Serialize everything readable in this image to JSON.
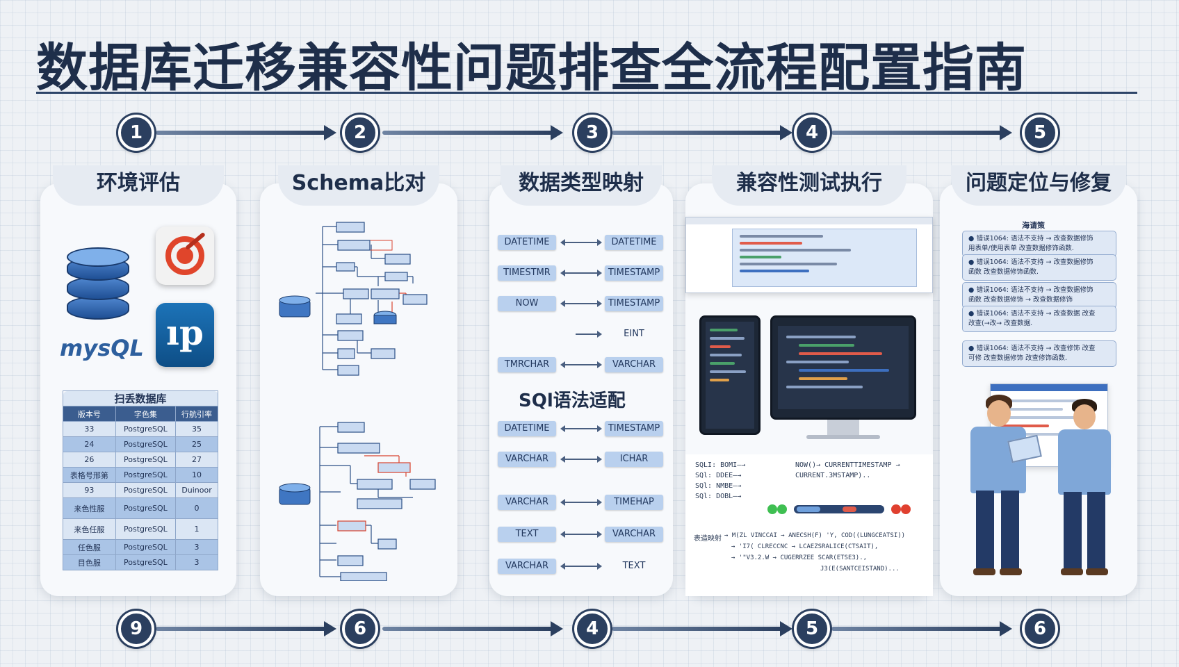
{
  "title": "数据库迁移兼容性问题排查全流程配置指南",
  "top_steps": [
    "1",
    "2",
    "3",
    "4",
    "5"
  ],
  "bottom_steps": [
    "9",
    "6",
    "4",
    "5",
    "6"
  ],
  "panels": [
    {
      "title": "环境评估"
    },
    {
      "title": "Schema比对"
    },
    {
      "title": "数据类型映射"
    },
    {
      "title": "兼容性测试执行"
    },
    {
      "title": "问题定位与修复"
    }
  ],
  "env": {
    "logo_text": "mysQL",
    "php_text": "ıp",
    "table": {
      "title": "扫丢数据库",
      "headers": [
        "版本号",
        "字色集",
        "行航引率"
      ],
      "rows": [
        [
          "33",
          "PostgreSQL",
          "35"
        ],
        [
          "24",
          "PostgreSQL",
          "25"
        ],
        [
          "26",
          "PostgreSQL",
          "27"
        ],
        [
          "表格号邢第",
          "PostgreSQL",
          "10"
        ],
        [
          "93",
          "PostgreSQL",
          "Duinoor"
        ],
        [
          "来色性服",
          "PostgreSQL",
          "0"
        ],
        [
          "来色任服",
          "PostgreSQL",
          "1"
        ],
        [
          "任色服",
          "PostgreSQL",
          "3"
        ],
        [
          "目色服",
          "PostgreSQL",
          "3"
        ]
      ]
    }
  },
  "mapping": {
    "rows_top": [
      {
        "left": "DATETIME",
        "right": "DATETIME"
      },
      {
        "left": "TIMESTMR",
        "right": "TIMESTAMP"
      },
      {
        "left": "NOW",
        "right": "TIMESTAMP"
      },
      {
        "left": "",
        "right": "EINT"
      },
      {
        "left": "TMRCHAR",
        "right": "VARCHAR"
      }
    ],
    "sql_heading": "SQl语法适配",
    "rows_bottom": [
      {
        "left": "DATETIME",
        "right": "TIMESTAMP"
      },
      {
        "left": "VARCHAR",
        "right": "ICHAR"
      },
      {
        "left": "VARCHAR",
        "right": "TIMEHAP"
      },
      {
        "left": "TEXT",
        "right": "VARCHAR"
      },
      {
        "left": "VARCHAR",
        "right": "TEXT"
      }
    ]
  },
  "testing": {
    "sql_left": [
      "SQLI: BOMI—→",
      "SQl: DDEE—→",
      "SQl: NMBE—→",
      "SQl: DOBL—→"
    ],
    "sql_right": [
      "NOW()→ CURRENTTIMESTAMP →",
      "CURRENT.3MSTAMP).."
    ],
    "bottom_label": "表造映射",
    "bottom_lines": [
      "→ M(ZL VINCCAI → ANECSH(F) 'Y, COD((LUNGCEATSI))",
      "→ 'I7( CLRECCNC → LCAEZSRALICE(CTSAIT),",
      "→ '\"V3.2.W → CUGERRZEE SCAR(ETSE3).,",
      "J3(E(SANTCEISTAND)..."
    ]
  },
  "fix": {
    "heading": "海请策",
    "cards": [
      [
        "错误1064: 语法不支持 → 改查数据修饰",
        "用表单/使用表单 改查数据修饰函数."
      ],
      [
        "错误1064: 语法不支持 → 改查数据修饰",
        "函数 改查数据修饰函数."
      ],
      [
        "错误1064: 语法不支持 → 改查数据修饰",
        "函数 改查数据修饰 → 改查数据修饰"
      ],
      [
        "错误1064: 语法不支持 → 改查数据 改查",
        "改查(→改→ 改查数据."
      ],
      [
        "错误1064: 语法不支持 → 改查修饰 改查",
        "可修 改查数据修饰 改查修饰函数."
      ]
    ]
  },
  "colors": {
    "navy": "#1e2e4a",
    "accent": "#2b3f5f",
    "panel": "#f7f9fc",
    "pill": "#b9d0ee"
  }
}
